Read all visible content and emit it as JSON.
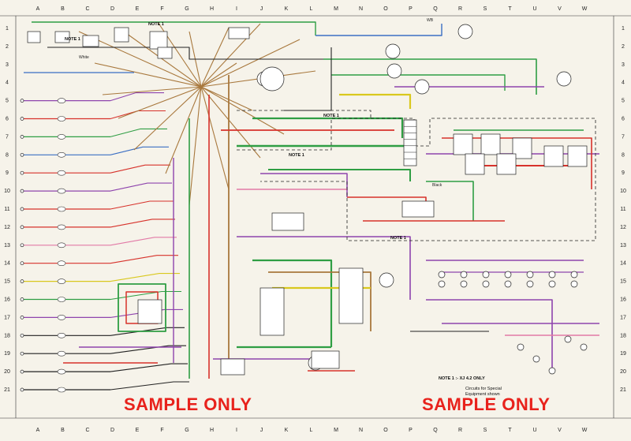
{
  "grid": {
    "columns": [
      "A",
      "B",
      "C",
      "D",
      "E",
      "F",
      "G",
      "H",
      "I",
      "J",
      "K",
      "L",
      "M",
      "N",
      "O",
      "P",
      "Q",
      "R",
      "S",
      "T",
      "U",
      "V",
      "W"
    ],
    "rows": [
      "1",
      "2",
      "3",
      "4",
      "5",
      "6",
      "7",
      "8",
      "9",
      "10",
      "11",
      "12",
      "13",
      "14",
      "15",
      "16",
      "17",
      "18",
      "19",
      "20",
      "21"
    ]
  },
  "notes": {
    "note1_a": "NOTE 1",
    "note1_b": "NOTE 1",
    "note1_c": "NOTE 1",
    "note1_d": "NOTE 1",
    "note1_e": "NOTE 1",
    "footnote": "NOTE 1 :- XJ 4.2 ONLY",
    "special_line1": "Circuits for Special",
    "special_line2": "Equipment shown"
  },
  "labels": {
    "white": "White",
    "black": "Black",
    "wb": "WB"
  },
  "watermark": {
    "left": "SAMPLE ONLY",
    "right": "SAMPLE ONLY"
  },
  "colors": {
    "background": "#f6f3ea",
    "watermark": "#e8221c",
    "wire_red": "#d7322b",
    "wire_green": "#2f9e44",
    "wire_purple": "#8e44ad",
    "wire_brown": "#a8783d",
    "wire_yellow": "#d9c81e",
    "wire_blue": "#3b6fc4",
    "wire_pink": "#e27aa6",
    "wire_black": "#222222"
  }
}
